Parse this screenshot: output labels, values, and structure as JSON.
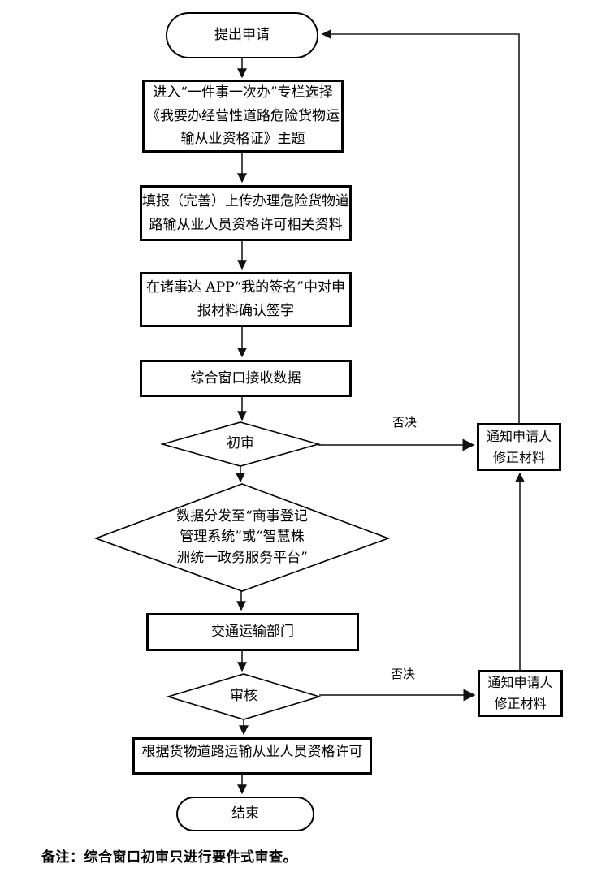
{
  "flowchart": {
    "nodes": {
      "start": {
        "label": "提出申请",
        "shape": "terminator"
      },
      "step1": {
        "label": "进入“一件事一次办”专栏选择\n《我要办经营性道路危险货物运\n输从业资格证》主题",
        "shape": "process"
      },
      "step2": {
        "label": "填报（完善）上传办理危险货物道\n路输从业人员资格许可相关资料",
        "shape": "process"
      },
      "step3": {
        "label": "在诸事达 APP“我的签名”中对申\n报材料确认签字",
        "shape": "process"
      },
      "step4": {
        "label": "综合窗口接收数据",
        "shape": "process"
      },
      "decision1": {
        "label": "初审",
        "shape": "decision"
      },
      "notify1": {
        "label": "通知申请人\n修正材料",
        "shape": "process"
      },
      "decision2": {
        "label": "数据分发至“商事登记\n管理系统”或“智慧株\n洲统一政务服务平台”",
        "shape": "decision"
      },
      "step5": {
        "label": "交通运输部门",
        "shape": "process"
      },
      "decision3": {
        "label": "审核",
        "shape": "decision"
      },
      "notify2": {
        "label": "通知申请人\n修正材料",
        "shape": "process"
      },
      "step6": {
        "label": "根据货物道路运输从业人员资格许可",
        "shape": "process"
      },
      "end": {
        "label": "结束",
        "shape": "terminator"
      }
    },
    "edge_labels": {
      "reject1": "否决",
      "reject2": "否决"
    },
    "note": "备注：综合窗口初审只进行要件式审查。",
    "colors": {
      "line": "#1c1c1c",
      "reject_line": "#474747",
      "border": "#000000",
      "background": "#ffffff",
      "text": "#000000"
    }
  }
}
